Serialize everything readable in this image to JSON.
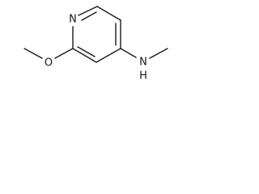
{
  "structure": {
    "atoms": {
      "ring_nitrogen": "N",
      "methoxy_oxygen": "O",
      "amine_nitrogen": "N",
      "amine_hydrogen": "H"
    }
  }
}
